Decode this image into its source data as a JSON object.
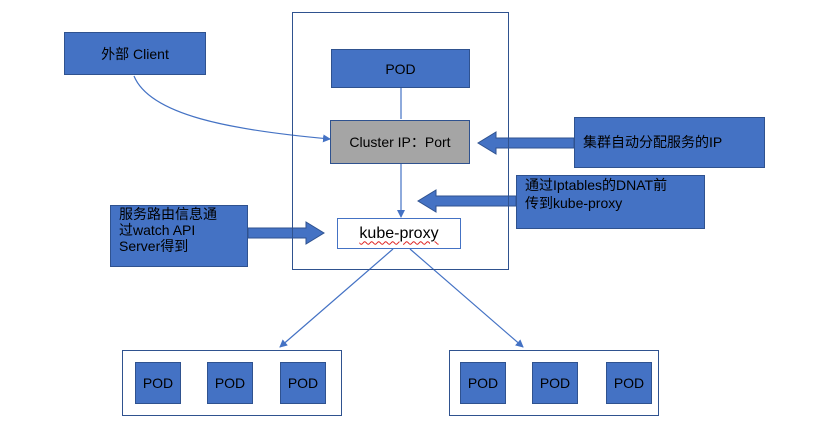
{
  "external_client": {
    "label": "外部 Client"
  },
  "center_pod": {
    "label": "POD"
  },
  "cluster_ip": {
    "label": "Cluster IP：Port"
  },
  "kube_proxy": {
    "label": "kube-proxy"
  },
  "cluster_ip_note": {
    "label": "集群自动分配服务的IP"
  },
  "iptables_note": {
    "line1": "通过Iptables的DNAT前",
    "line2": "传到kube-proxy"
  },
  "routing_note": {
    "line1": "服务路由信息通",
    "line2": "过watch API",
    "line3": "Server得到"
  },
  "pod_groups": [
    {
      "pods": [
        "POD",
        "POD",
        "POD"
      ]
    },
    {
      "pods": [
        "POD",
        "POD",
        "POD"
      ]
    }
  ],
  "colors": {
    "blue": "#4472c4",
    "gray": "#a5a5a5",
    "border": "#2f528f"
  }
}
